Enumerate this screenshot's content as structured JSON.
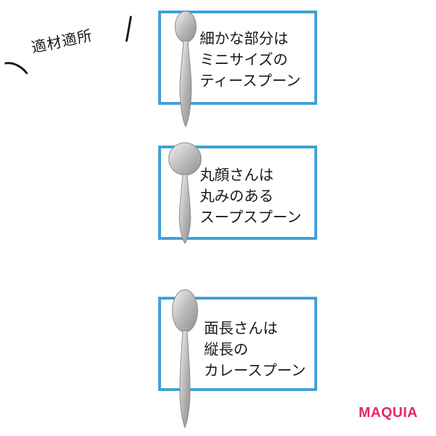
{
  "heading": "適材適所",
  "boxes": [
    {
      "lines": [
        "細かな部分は",
        "ミニサイズの",
        "ティースプーン"
      ]
    },
    {
      "lines": [
        "丸顔さんは",
        "丸みのある",
        "スープスプーン"
      ]
    },
    {
      "lines": [
        "面長さんは",
        "縦長の",
        "カレースプーン"
      ]
    }
  ],
  "brand": "MAQUIA",
  "colors": {
    "box_border": "#3fa0d9",
    "brand": "#e5266b",
    "text": "#1a1a1a"
  }
}
